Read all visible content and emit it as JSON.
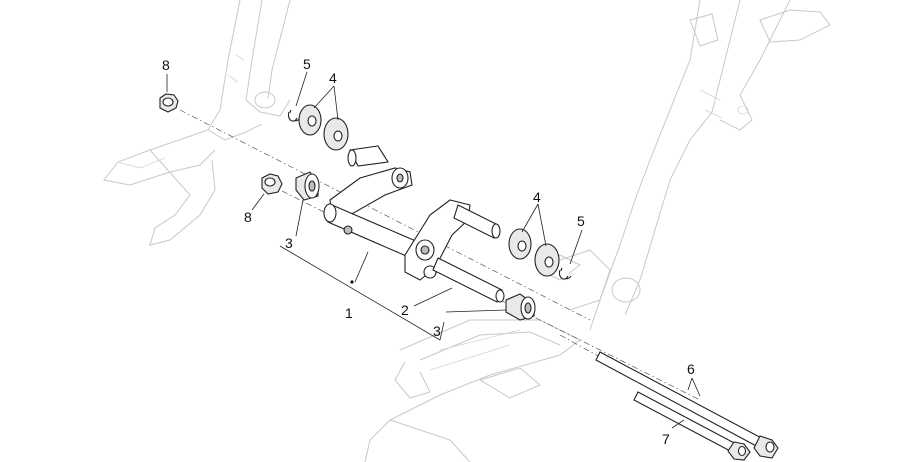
{
  "diagram": {
    "callouts": [
      {
        "id": "c-8-top",
        "label": "8"
      },
      {
        "id": "c-5-top",
        "label": "5"
      },
      {
        "id": "c-4-top",
        "label": "4"
      },
      {
        "id": "c-8-left",
        "label": "8"
      },
      {
        "id": "c-3-left",
        "label": "3"
      },
      {
        "id": "c-1",
        "label": "1"
      },
      {
        "id": "c-2",
        "label": "2"
      },
      {
        "id": "c-3-right",
        "label": "3"
      },
      {
        "id": "c-4-right",
        "label": "4"
      },
      {
        "id": "c-5-right",
        "label": "5"
      },
      {
        "id": "c-6",
        "label": "6"
      },
      {
        "id": "c-7",
        "label": "7"
      }
    ]
  }
}
